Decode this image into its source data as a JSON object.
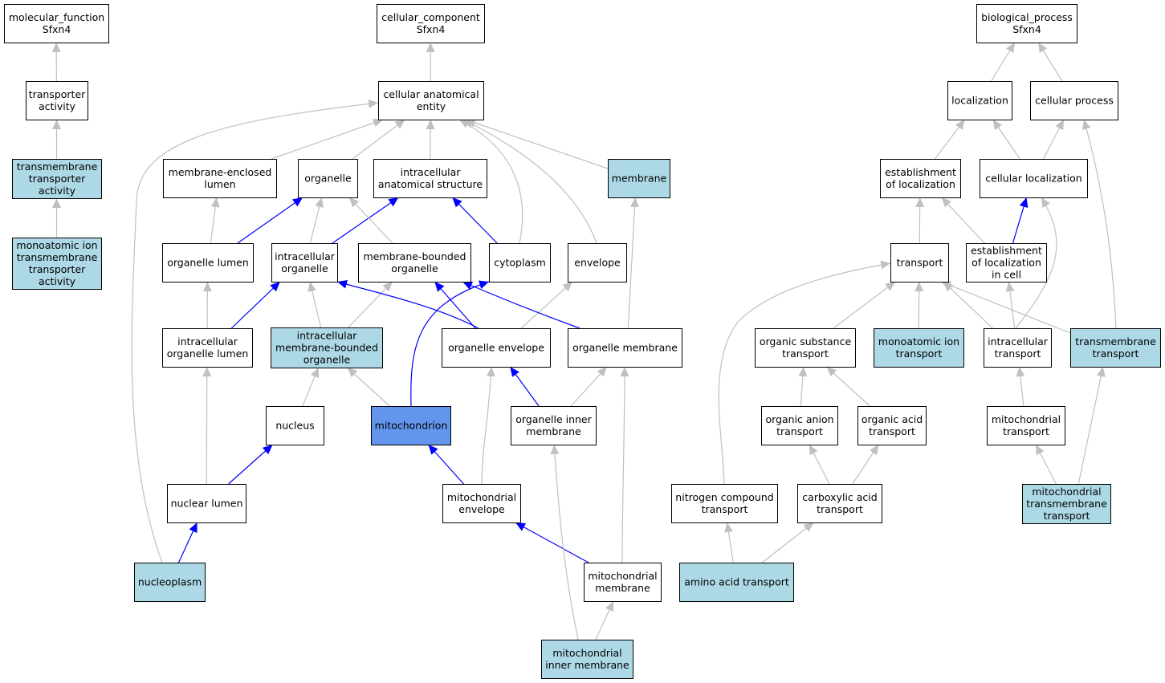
{
  "colors": {
    "node_default": "#ffffff",
    "node_annotated": "#add8e6",
    "node_focus": "#6495ed",
    "edge_is_a": "#c0c0c0",
    "edge_part_of": "#0000ff"
  },
  "nodes": [
    {
      "id": "mf_root",
      "lines": [
        "molecular_function",
        "Sfxn4"
      ],
      "style": "default"
    },
    {
      "id": "transporter_activity",
      "lines": [
        "transporter",
        "activity"
      ],
      "style": "default"
    },
    {
      "id": "tm_transporter_activity",
      "lines": [
        "transmembrane",
        "transporter",
        "activity"
      ],
      "style": "annotated"
    },
    {
      "id": "monoatomic_ion_tm_activity",
      "lines": [
        "monoatomic ion",
        "transmembrane",
        "transporter",
        "activity"
      ],
      "style": "annotated"
    },
    {
      "id": "cc_root",
      "lines": [
        "cellular_component",
        "Sfxn4"
      ],
      "style": "default"
    },
    {
      "id": "cellular_anatomical_entity",
      "lines": [
        "cellular anatomical",
        "entity"
      ],
      "style": "default"
    },
    {
      "id": "membrane_enclosed_lumen",
      "lines": [
        "membrane-enclosed",
        "lumen"
      ],
      "style": "default"
    },
    {
      "id": "organelle",
      "lines": [
        "organelle"
      ],
      "style": "default"
    },
    {
      "id": "intracellular_anatomical_structure",
      "lines": [
        "intracellular",
        "anatomical structure"
      ],
      "style": "default"
    },
    {
      "id": "membrane",
      "lines": [
        "membrane"
      ],
      "style": "annotated"
    },
    {
      "id": "organelle_lumen",
      "lines": [
        "organelle lumen"
      ],
      "style": "default"
    },
    {
      "id": "intracellular_organelle",
      "lines": [
        "intracellular",
        "organelle"
      ],
      "style": "default"
    },
    {
      "id": "membrane_bounded_organelle",
      "lines": [
        "membrane-bounded",
        "organelle"
      ],
      "style": "default"
    },
    {
      "id": "cytoplasm",
      "lines": [
        "cytoplasm"
      ],
      "style": "default"
    },
    {
      "id": "envelope",
      "lines": [
        "envelope"
      ],
      "style": "default"
    },
    {
      "id": "intracellular_organelle_lumen",
      "lines": [
        "intracellular",
        "organelle lumen"
      ],
      "style": "default"
    },
    {
      "id": "intracellular_mb_organelle",
      "lines": [
        "intracellular",
        "membrane-bounded",
        "organelle"
      ],
      "style": "annotated"
    },
    {
      "id": "organelle_envelope",
      "lines": [
        "organelle envelope"
      ],
      "style": "default"
    },
    {
      "id": "organelle_membrane",
      "lines": [
        "organelle membrane"
      ],
      "style": "default"
    },
    {
      "id": "nucleus",
      "lines": [
        "nucleus"
      ],
      "style": "default"
    },
    {
      "id": "mitochondrion",
      "lines": [
        "mitochondrion"
      ],
      "style": "focus"
    },
    {
      "id": "organelle_inner_membrane",
      "lines": [
        "organelle inner",
        "membrane"
      ],
      "style": "default"
    },
    {
      "id": "nuclear_lumen",
      "lines": [
        "nuclear lumen"
      ],
      "style": "default"
    },
    {
      "id": "mitochondrial_envelope",
      "lines": [
        "mitochondrial",
        "envelope"
      ],
      "style": "default"
    },
    {
      "id": "nucleoplasm",
      "lines": [
        "nucleoplasm"
      ],
      "style": "annotated"
    },
    {
      "id": "mitochondrial_membrane",
      "lines": [
        "mitochondrial",
        "membrane"
      ],
      "style": "default"
    },
    {
      "id": "mitochondrial_inner_membrane",
      "lines": [
        "mitochondrial",
        "inner membrane"
      ],
      "style": "annotated"
    },
    {
      "id": "bp_root",
      "lines": [
        "biological_process",
        "Sfxn4"
      ],
      "style": "default"
    },
    {
      "id": "localization",
      "lines": [
        "localization"
      ],
      "style": "default"
    },
    {
      "id": "cellular_process",
      "lines": [
        "cellular process"
      ],
      "style": "default"
    },
    {
      "id": "establishment_of_localization",
      "lines": [
        "establishment",
        "of localization"
      ],
      "style": "default"
    },
    {
      "id": "cellular_localization",
      "lines": [
        "cellular localization"
      ],
      "style": "default"
    },
    {
      "id": "transport",
      "lines": [
        "transport"
      ],
      "style": "default"
    },
    {
      "id": "establishment_of_localization_in_cell",
      "lines": [
        "establishment",
        "of localization",
        "in cell"
      ],
      "style": "default"
    },
    {
      "id": "organic_substance_transport",
      "lines": [
        "organic substance",
        "transport"
      ],
      "style": "default"
    },
    {
      "id": "monoatomic_ion_transport",
      "lines": [
        "monoatomic ion",
        "transport"
      ],
      "style": "annotated"
    },
    {
      "id": "intracellular_transport",
      "lines": [
        "intracellular",
        "transport"
      ],
      "style": "default"
    },
    {
      "id": "transmembrane_transport",
      "lines": [
        "transmembrane",
        "transport"
      ],
      "style": "annotated"
    },
    {
      "id": "organic_anion_transport",
      "lines": [
        "organic anion",
        "transport"
      ],
      "style": "default"
    },
    {
      "id": "organic_acid_transport",
      "lines": [
        "organic acid",
        "transport"
      ],
      "style": "default"
    },
    {
      "id": "mitochondrial_transport",
      "lines": [
        "mitochondrial",
        "transport"
      ],
      "style": "default"
    },
    {
      "id": "nitrogen_compound_transport",
      "lines": [
        "nitrogen compound",
        "transport"
      ],
      "style": "default"
    },
    {
      "id": "carboxylic_acid_transport",
      "lines": [
        "carboxylic acid",
        "transport"
      ],
      "style": "default"
    },
    {
      "id": "mitochondrial_tm_transport",
      "lines": [
        "mitochondrial",
        "transmembrane",
        "transport"
      ],
      "style": "annotated"
    },
    {
      "id": "amino_acid_transport",
      "lines": [
        "amino acid transport"
      ],
      "style": "annotated"
    }
  ],
  "edges": [
    {
      "from": "transporter_activity",
      "to": "mf_root",
      "type": "is_a"
    },
    {
      "from": "tm_transporter_activity",
      "to": "transporter_activity",
      "type": "is_a"
    },
    {
      "from": "monoatomic_ion_tm_activity",
      "to": "tm_transporter_activity",
      "type": "is_a"
    },
    {
      "from": "cellular_anatomical_entity",
      "to": "cc_root",
      "type": "is_a"
    },
    {
      "from": "membrane_enclosed_lumen",
      "to": "cellular_anatomical_entity",
      "type": "is_a"
    },
    {
      "from": "organelle",
      "to": "cellular_anatomical_entity",
      "type": "is_a"
    },
    {
      "from": "intracellular_anatomical_structure",
      "to": "cellular_anatomical_entity",
      "type": "is_a"
    },
    {
      "from": "membrane",
      "to": "cellular_anatomical_entity",
      "type": "is_a"
    },
    {
      "from": "cytoplasm",
      "to": "cellular_anatomical_entity",
      "type": "is_a"
    },
    {
      "from": "envelope",
      "to": "cellular_anatomical_entity",
      "type": "is_a"
    },
    {
      "from": "nucleoplasm",
      "to": "cellular_anatomical_entity",
      "type": "is_a"
    },
    {
      "from": "organelle_lumen",
      "to": "membrane_enclosed_lumen",
      "type": "is_a"
    },
    {
      "from": "organelle_lumen",
      "to": "organelle",
      "type": "part_of"
    },
    {
      "from": "intracellular_organelle",
      "to": "organelle",
      "type": "is_a"
    },
    {
      "from": "intracellular_organelle",
      "to": "intracellular_anatomical_structure",
      "type": "part_of"
    },
    {
      "from": "membrane_bounded_organelle",
      "to": "organelle",
      "type": "is_a"
    },
    {
      "from": "cytoplasm",
      "to": "intracellular_anatomical_structure",
      "type": "part_of"
    },
    {
      "from": "intracellular_organelle_lumen",
      "to": "organelle_lumen",
      "type": "is_a"
    },
    {
      "from": "intracellular_organelle_lumen",
      "to": "intracellular_organelle",
      "type": "part_of"
    },
    {
      "from": "intracellular_mb_organelle",
      "to": "intracellular_organelle",
      "type": "is_a"
    },
    {
      "from": "intracellular_mb_organelle",
      "to": "membrane_bounded_organelle",
      "type": "is_a"
    },
    {
      "from": "organelle_envelope",
      "to": "intracellular_organelle",
      "type": "part_of"
    },
    {
      "from": "organelle_envelope",
      "to": "membrane_bounded_organelle",
      "type": "part_of"
    },
    {
      "from": "organelle_envelope",
      "to": "envelope",
      "type": "is_a"
    },
    {
      "from": "organelle_membrane",
      "to": "membrane_bounded_organelle",
      "type": "part_of"
    },
    {
      "from": "organelle_membrane",
      "to": "membrane",
      "type": "is_a"
    },
    {
      "from": "nucleus",
      "to": "intracellular_mb_organelle",
      "type": "is_a"
    },
    {
      "from": "mitochondrion",
      "to": "intracellular_mb_organelle",
      "type": "is_a"
    },
    {
      "from": "mitochondrion",
      "to": "cytoplasm",
      "type": "part_of"
    },
    {
      "from": "organelle_inner_membrane",
      "to": "organelle_envelope",
      "type": "part_of"
    },
    {
      "from": "organelle_inner_membrane",
      "to": "organelle_membrane",
      "type": "is_a"
    },
    {
      "from": "nuclear_lumen",
      "to": "intracellular_organelle_lumen",
      "type": "is_a"
    },
    {
      "from": "nuclear_lumen",
      "to": "nucleus",
      "type": "part_of"
    },
    {
      "from": "mitochondrial_envelope",
      "to": "organelle_envelope",
      "type": "is_a"
    },
    {
      "from": "mitochondrial_envelope",
      "to": "mitochondrion",
      "type": "part_of"
    },
    {
      "from": "nucleoplasm",
      "to": "nuclear_lumen",
      "type": "part_of"
    },
    {
      "from": "mitochondrial_membrane",
      "to": "mitochondrial_envelope",
      "type": "part_of"
    },
    {
      "from": "mitochondrial_membrane",
      "to": "organelle_membrane",
      "type": "is_a"
    },
    {
      "from": "mitochondrial_inner_membrane",
      "to": "mitochondrial_membrane",
      "type": "is_a"
    },
    {
      "from": "mitochondrial_inner_membrane",
      "to": "organelle_inner_membrane",
      "type": "is_a"
    },
    {
      "from": "localization",
      "to": "bp_root",
      "type": "is_a"
    },
    {
      "from": "cellular_process",
      "to": "bp_root",
      "type": "is_a"
    },
    {
      "from": "establishment_of_localization",
      "to": "localization",
      "type": "is_a"
    },
    {
      "from": "cellular_localization",
      "to": "localization",
      "type": "is_a"
    },
    {
      "from": "cellular_localization",
      "to": "cellular_process",
      "type": "is_a"
    },
    {
      "from": "transport",
      "to": "establishment_of_localization",
      "type": "is_a"
    },
    {
      "from": "establishment_of_localization_in_cell",
      "to": "establishment_of_localization",
      "type": "is_a"
    },
    {
      "from": "establishment_of_localization_in_cell",
      "to": "cellular_localization",
      "type": "part_of"
    },
    {
      "from": "intracellular_transport",
      "to": "cellular_localization",
      "type": "is_a"
    },
    {
      "from": "transmembrane_transport",
      "to": "cellular_process",
      "type": "is_a"
    },
    {
      "from": "organic_substance_transport",
      "to": "transport",
      "type": "is_a"
    },
    {
      "from": "monoatomic_ion_transport",
      "to": "transport",
      "type": "is_a"
    },
    {
      "from": "intracellular_transport",
      "to": "transport",
      "type": "is_a"
    },
    {
      "from": "intracellular_transport",
      "to": "establishment_of_localization_in_cell",
      "type": "is_a"
    },
    {
      "from": "transmembrane_transport",
      "to": "transport",
      "type": "is_a"
    },
    {
      "from": "nitrogen_compound_transport",
      "to": "transport",
      "type": "is_a"
    },
    {
      "from": "organic_anion_transport",
      "to": "organic_substance_transport",
      "type": "is_a"
    },
    {
      "from": "organic_acid_transport",
      "to": "organic_substance_transport",
      "type": "is_a"
    },
    {
      "from": "mitochondrial_transport",
      "to": "intracellular_transport",
      "type": "is_a"
    },
    {
      "from": "carboxylic_acid_transport",
      "to": "organic_anion_transport",
      "type": "is_a"
    },
    {
      "from": "carboxylic_acid_transport",
      "to": "organic_acid_transport",
      "type": "is_a"
    },
    {
      "from": "mitochondrial_tm_transport",
      "to": "mitochondrial_transport",
      "type": "is_a"
    },
    {
      "from": "mitochondrial_tm_transport",
      "to": "transmembrane_transport",
      "type": "is_a"
    },
    {
      "from": "amino_acid_transport",
      "to": "nitrogen_compound_transport",
      "type": "is_a"
    },
    {
      "from": "amino_acid_transport",
      "to": "carboxylic_acid_transport",
      "type": "is_a"
    }
  ]
}
